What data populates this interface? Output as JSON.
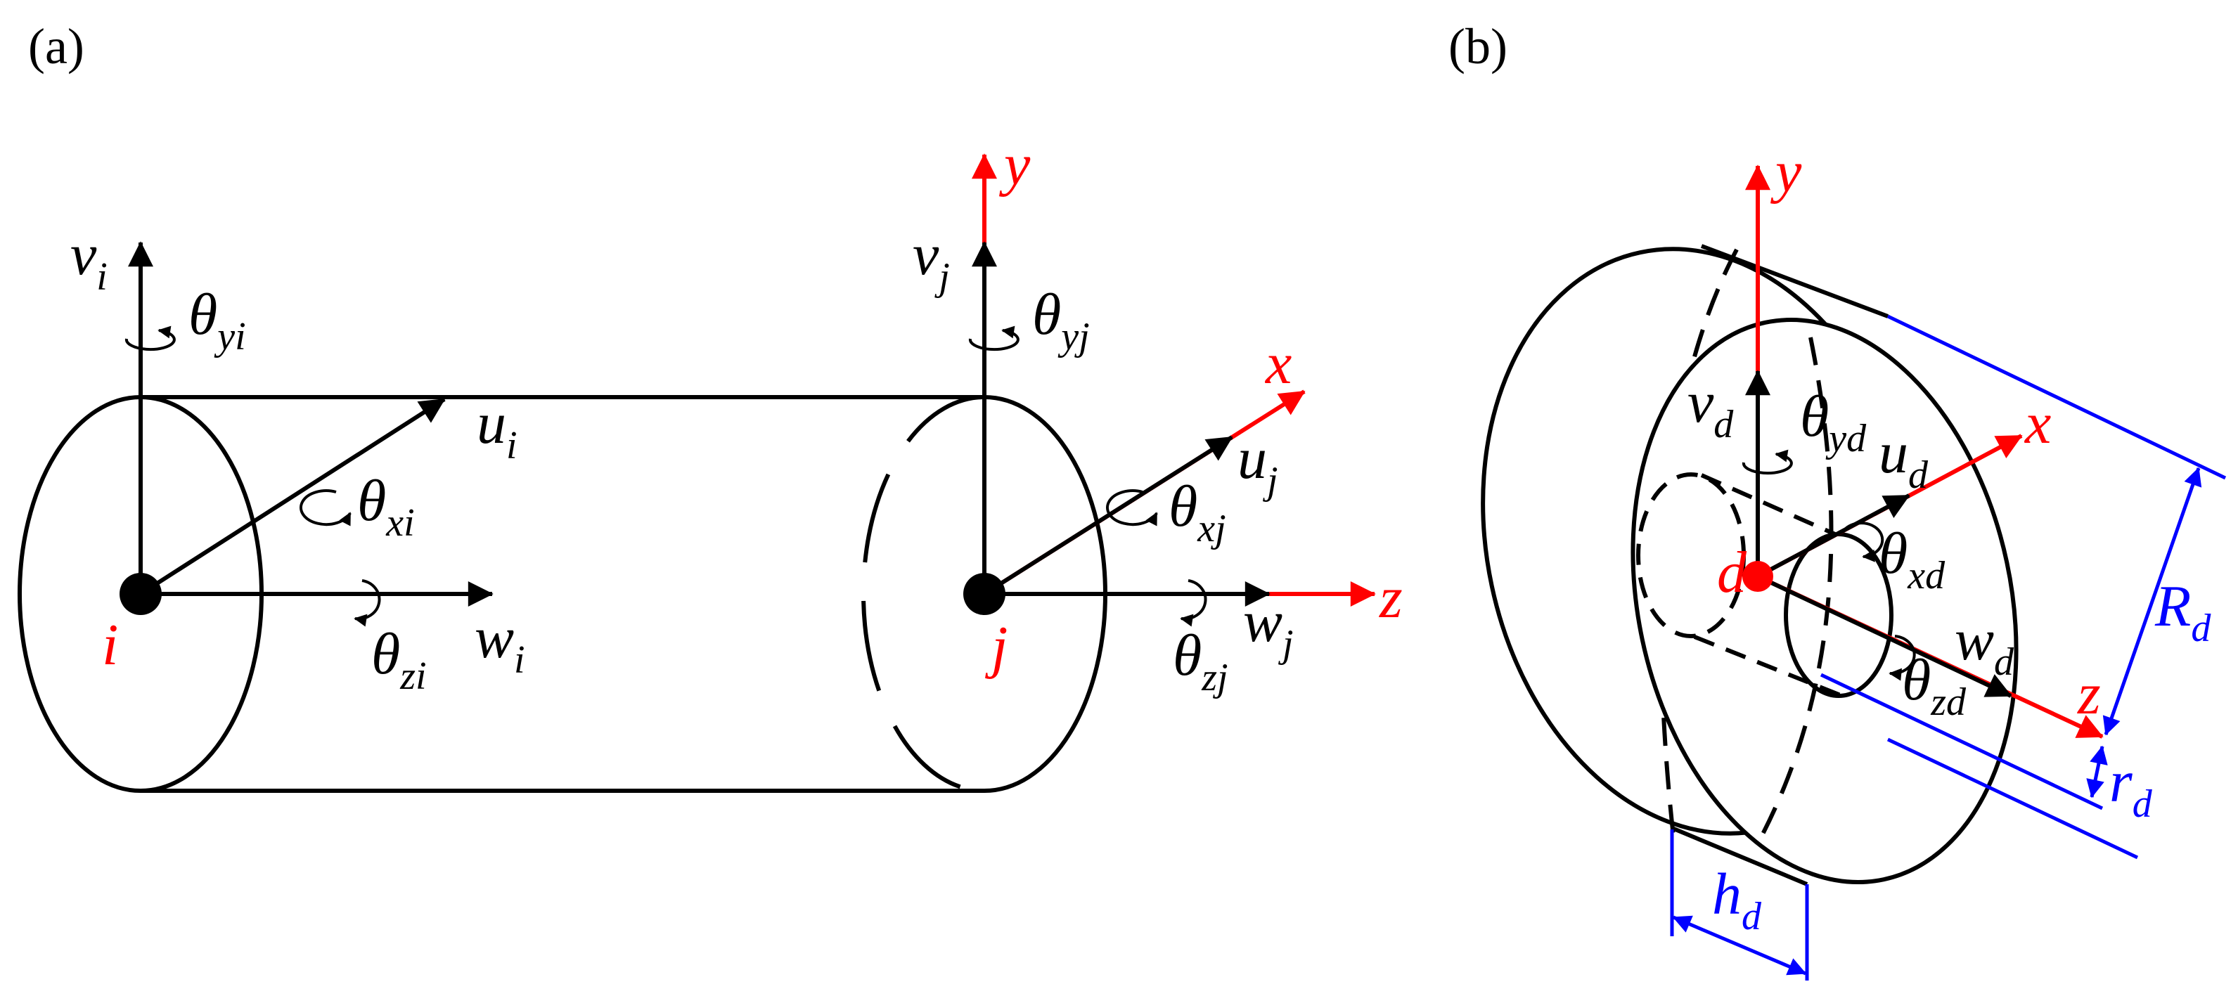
{
  "panels": [
    {
      "id": "a",
      "label": "(a)"
    },
    {
      "id": "b",
      "label": "(b)"
    }
  ],
  "colors": {
    "black": "#000000",
    "red": "#ff0000",
    "blue": "#0000ff"
  },
  "a": {
    "node_i": "i",
    "node_j": "j",
    "axis_y": "y",
    "axis_x": "x",
    "axis_z": "z",
    "v_i": {
      "base": "v",
      "sub": "i"
    },
    "u_i": {
      "base": "u",
      "sub": "i"
    },
    "w_i": {
      "base": "w",
      "sub": "i"
    },
    "theta_yi": {
      "base": "θ",
      "sub": "yi"
    },
    "theta_xi": {
      "base": "θ",
      "sub": "xi"
    },
    "theta_zi": {
      "base": "θ",
      "sub": "zi"
    },
    "v_j": {
      "base": "v",
      "sub": "j"
    },
    "u_j": {
      "base": "u",
      "sub": "j"
    },
    "w_j": {
      "base": "w",
      "sub": "j"
    },
    "theta_yj": {
      "base": "θ",
      "sub": "yj"
    },
    "theta_xj": {
      "base": "θ",
      "sub": "xj"
    },
    "theta_zj": {
      "base": "θ",
      "sub": "zj"
    }
  },
  "b": {
    "node_d": "d",
    "axis_y": "y",
    "axis_x": "x",
    "axis_z": "z",
    "v_d": {
      "base": "v",
      "sub": "d"
    },
    "u_d": {
      "base": "u",
      "sub": "d"
    },
    "w_d": {
      "base": "w",
      "sub": "d"
    },
    "theta_yd": {
      "base": "θ",
      "sub": "yd"
    },
    "theta_xd": {
      "base": "θ",
      "sub": "xd"
    },
    "theta_zd": {
      "base": "θ",
      "sub": "zd"
    },
    "R_d": {
      "base": "R",
      "sub": "d"
    },
    "r_d": {
      "base": "r",
      "sub": "d"
    },
    "h_d": {
      "base": "h",
      "sub": "d"
    }
  }
}
